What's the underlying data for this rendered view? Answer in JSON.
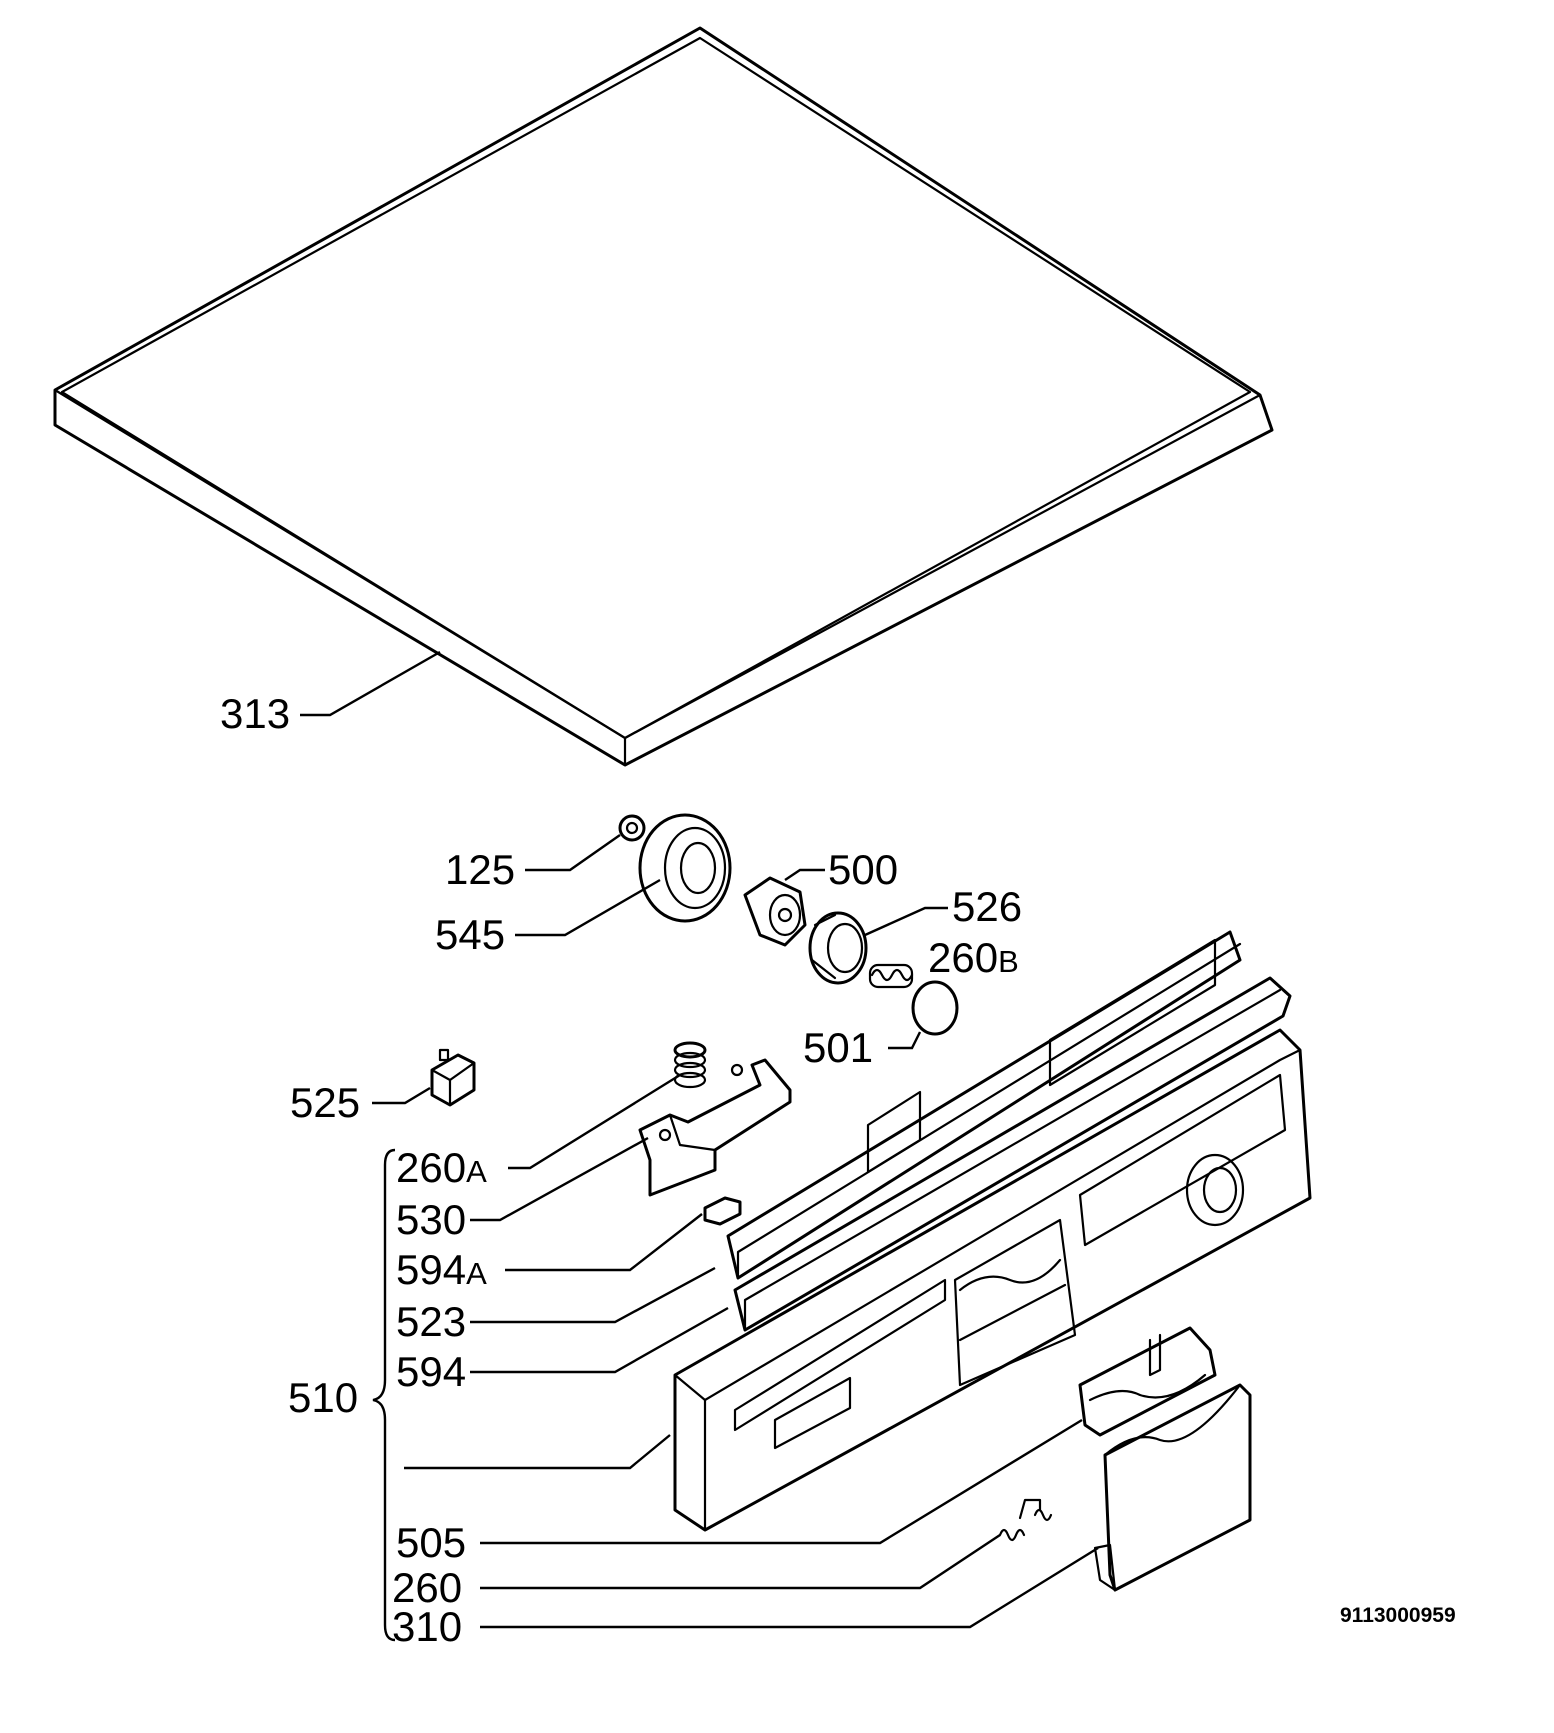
{
  "labels": {
    "l313": "313",
    "l125": "125",
    "l500": "500",
    "l545": "545",
    "l526": "526",
    "l260b_num": "260",
    "l260b_sfx": "B",
    "l501": "501",
    "l525": "525",
    "l260a_num": "260",
    "l260a_sfx": "A",
    "l530": "530",
    "l594a_num": "594",
    "l594a_sfx": "A",
    "l523": "523",
    "l594": "594",
    "l510": "510",
    "l505": "505",
    "l260": "260",
    "l310": "310"
  },
  "document_number": "9113000959"
}
